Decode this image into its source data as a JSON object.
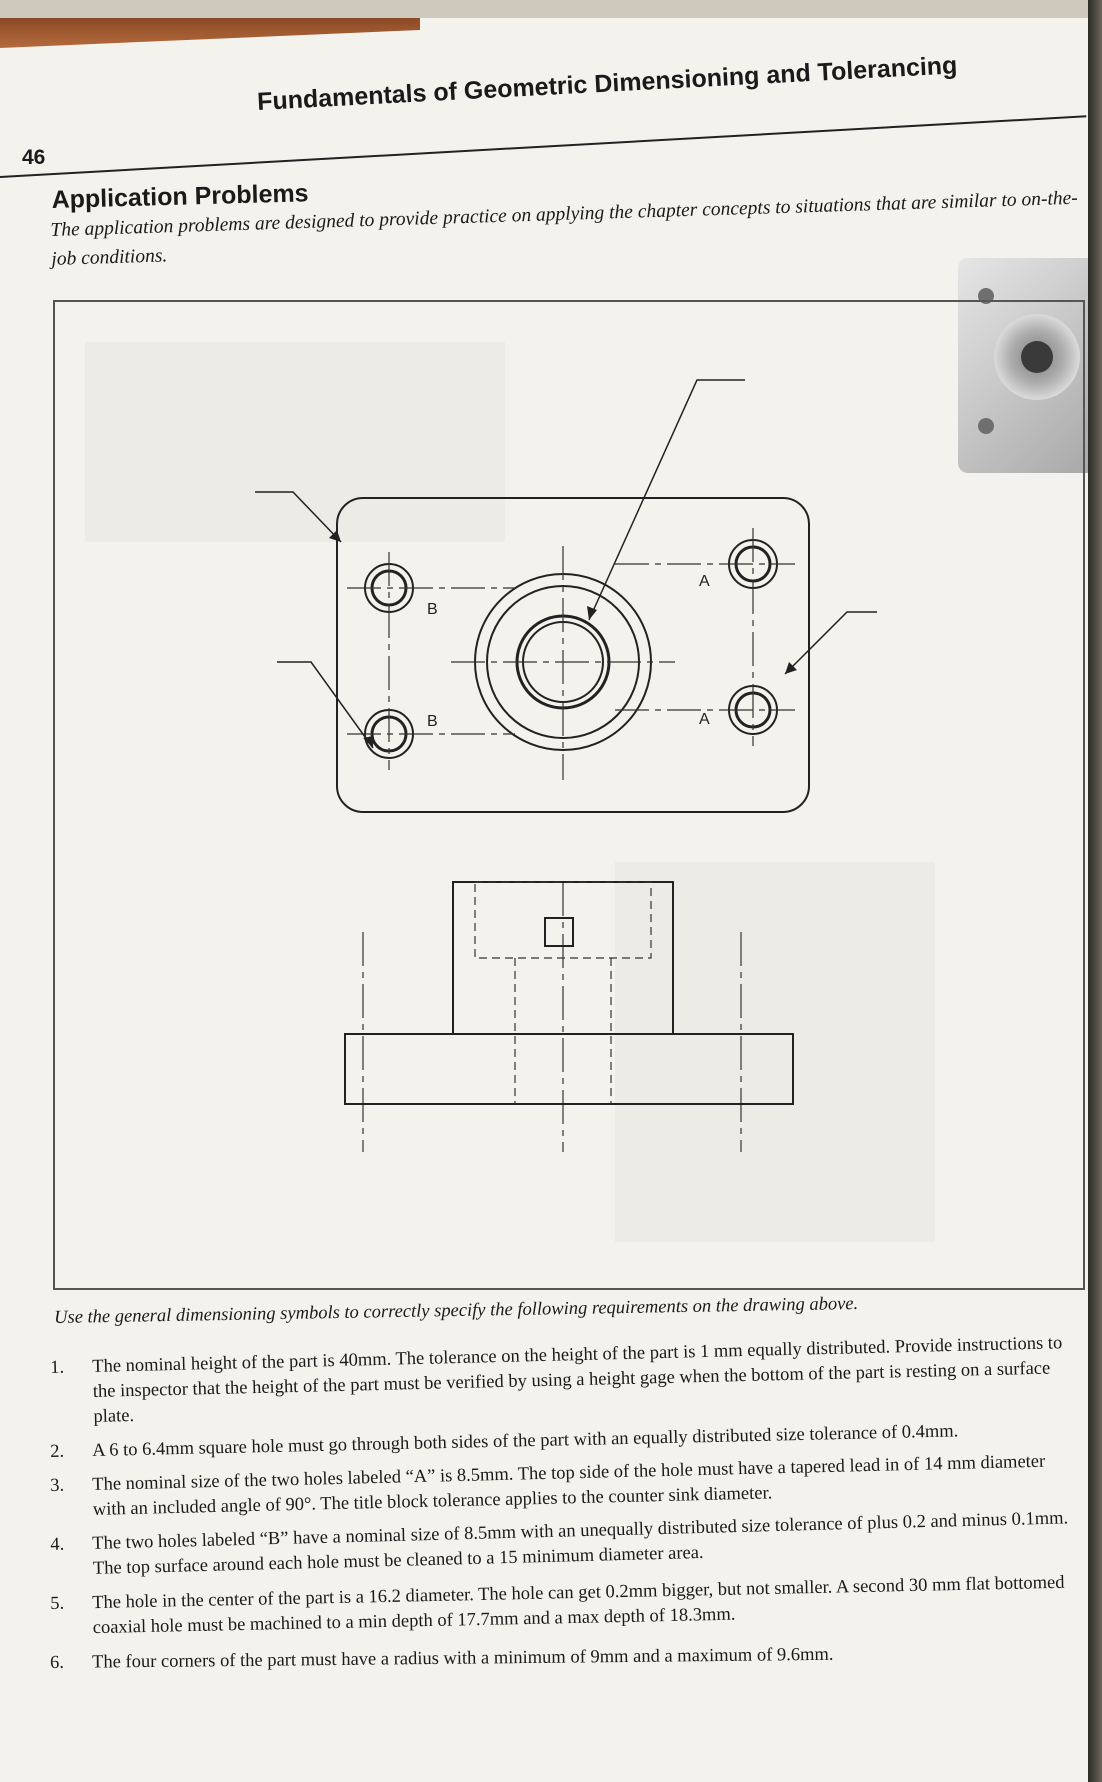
{
  "header": {
    "page_number": "46",
    "book_title": "Fundamentals of Geometric Dimensioning and Tolerancing"
  },
  "section": {
    "title": "Application Problems",
    "intro": "The application problems are designed to provide practice on applying the chapter concepts to situations that are similar to on-the-job conditions."
  },
  "drawing": {
    "hole_labels": [
      "B",
      "B",
      "A",
      "A"
    ]
  },
  "instructions": "Use the general dimensioning symbols to correctly specify the following requirements on the drawing above.",
  "problems": [
    {
      "num": "1.",
      "text": "The nominal height of the part is 40mm. The tolerance on the height of the part is 1 mm equally distributed. Provide instructions to the inspector that the height of the part must be verified by using a height gage when the bottom of the part is resting on a surface plate."
    },
    {
      "num": "2.",
      "text": "A 6 to 6.4mm square hole must go through both sides of the part with an equally distributed size tolerance of 0.4mm."
    },
    {
      "num": "3.",
      "text": "The nominal size of the two holes labeled “A” is 8.5mm. The top side of the hole must have a tapered lead in of 14 mm diameter with an included angle of 90°. The title block tolerance applies to the counter sink diameter."
    },
    {
      "num": "4.",
      "text": "The two holes labeled “B” have a nominal size of 8.5mm with an unequally distributed size tolerance of plus 0.2 and minus 0.1mm. The top surface around each hole must be cleaned to a 15 minimum diameter area."
    },
    {
      "num": "5.",
      "text": "The hole in the center of the part is a 16.2 diameter. The hole can get 0.2mm bigger, but not smaller. A second 30 mm flat bottomed coaxial hole must be machined to a min depth of 17.7mm and a max depth of 18.3mm."
    },
    {
      "num": "6.",
      "text": "The four corners of the part must have a radius with a minimum of 9mm and a maximum of 9.6mm."
    }
  ]
}
